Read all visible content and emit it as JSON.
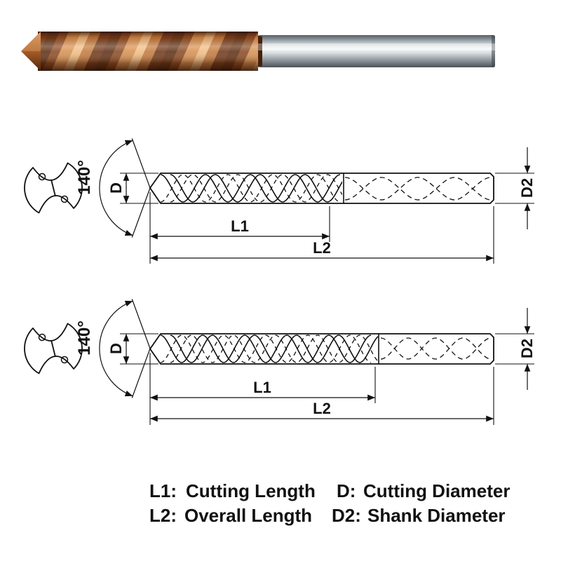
{
  "photo": {
    "name": "coated carbide twist drill photo"
  },
  "diagram_top": {
    "angle_label": "140°",
    "d_label": "D",
    "d2_label": "D2",
    "l1_label": "L1",
    "l2_label": "L2"
  },
  "diagram_bottom": {
    "angle_label": "140°",
    "d_label": "D",
    "d2_label": "D2",
    "l1_label": "L1",
    "l2_label": "L2"
  },
  "legend": {
    "items": [
      {
        "key": "L1:",
        "value": "Cutting Length"
      },
      {
        "key": "L2:",
        "value": "Overall Length"
      },
      {
        "key": "D:",
        "value": "Cutting Diameter"
      },
      {
        "key": "D2:",
        "value": "Shank Diameter"
      }
    ]
  },
  "colors": {
    "flute_copper": "#b06a34",
    "flute_dark": "#5f3014",
    "flute_light": "#f0bc82",
    "shank_steel_light": "#f4f7f8",
    "shank_steel_dark": "#4b5157",
    "line": "#111111"
  }
}
